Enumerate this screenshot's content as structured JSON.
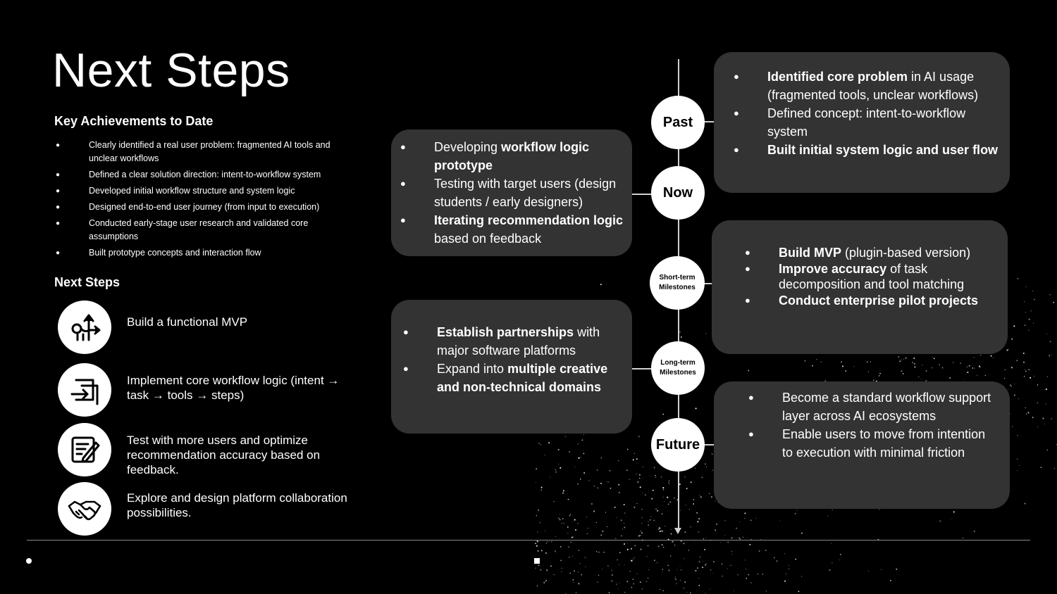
{
  "slide": {
    "title": "Next Steps"
  },
  "achievements": {
    "heading": "Key Achievements to Date",
    "items": [
      "Clearly identified a real user problem: fragmented AI tools and unclear workflows",
      "Defined a clear solution direction: intent-to-workflow system",
      "Developed initial workflow structure and system logic",
      "Designed end-to-end user journey (from input to execution)",
      "Conducted early-stage user research and validated core assumptions",
      "Built prototype concepts and interaction flow"
    ]
  },
  "next_steps": {
    "heading": "Next Steps",
    "items": [
      {
        "icon": "workflow-arrows-icon",
        "text": "Build a functional MVP"
      },
      {
        "icon": "enter-arrow-icon",
        "text": "Implement core workflow logic (intent → task → tools → steps)"
      },
      {
        "icon": "edit-document-icon",
        "text": "Test with more users and optimize recommendation accuracy based on feedback."
      },
      {
        "icon": "handshake-icon",
        "text": "Explore and design platform collaboration possibilities."
      }
    ]
  },
  "timeline": {
    "nodes": {
      "past": "Past",
      "now": "Now",
      "short_term": "Short-term Milestones",
      "long_term": "Long-term Milestones",
      "future": "Future"
    },
    "past": [
      {
        "bold": "Identified core problem",
        "rest": " in AI usage (fragmented tools, unclear workflows)"
      },
      {
        "bold": "",
        "rest": "Defined concept: intent-to-workflow system"
      },
      {
        "bold": "Built initial system logic and user flow",
        "rest": ""
      }
    ],
    "now": [
      {
        "pre": "Developing ",
        "bold": "workflow logic prototype",
        "rest": ""
      },
      {
        "pre": "",
        "bold": "",
        "rest": "Testing with target users (design students / early designers)"
      },
      {
        "pre": "",
        "bold": "Iterating recommendation logic",
        "rest": " based on feedback"
      }
    ],
    "short_term": [
      {
        "bold": "Build MVP",
        "rest": " (plugin-based version)"
      },
      {
        "bold": "Improve accuracy",
        "rest": " of task decomposition and tool matching"
      },
      {
        "bold": "Conduct enterprise pilot projects",
        "rest": ""
      }
    ],
    "long_term": [
      {
        "pre": "",
        "bold": "Establish partnerships",
        "rest": " with major software platforms"
      },
      {
        "pre": "Expand into ",
        "bold": "multiple creative and non-technical domains",
        "rest": ""
      }
    ],
    "future": [
      "Become a standard workflow support layer across AI ecosystems",
      "Enable users to move from intention to execution with minimal friction"
    ]
  }
}
